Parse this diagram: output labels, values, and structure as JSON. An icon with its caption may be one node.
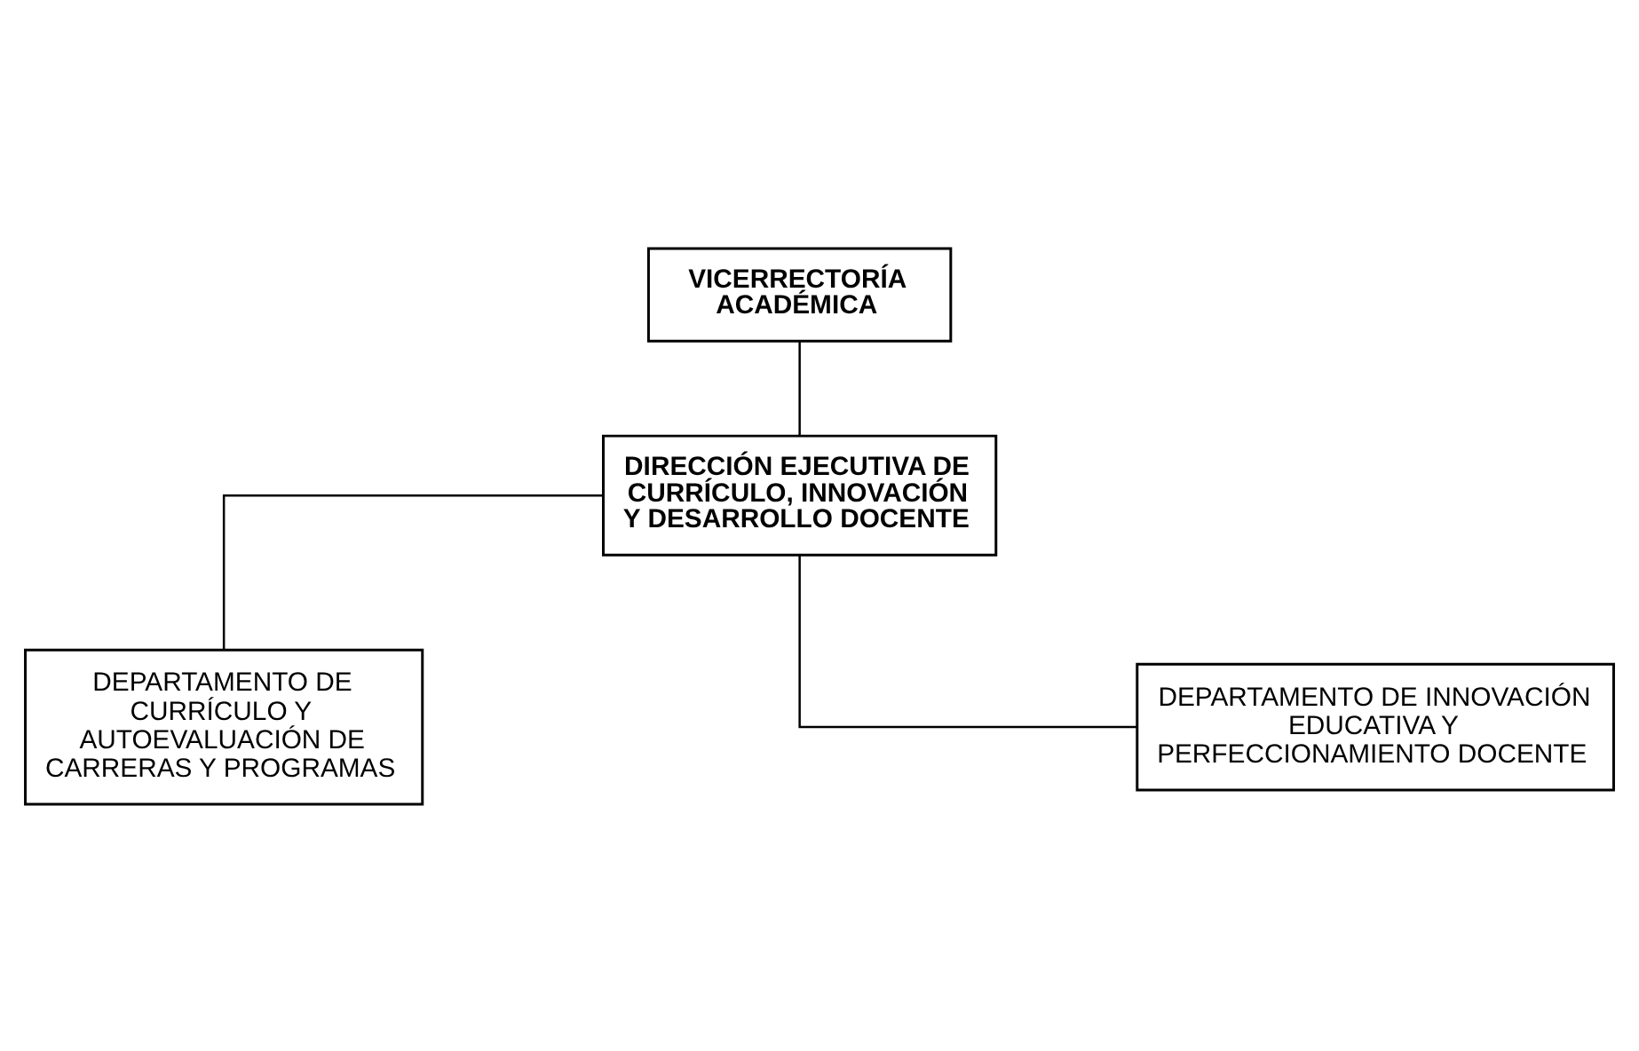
{
  "diagram": {
    "nodes": [
      {
        "text": [
          "VICERRECTORÍA ACADÉMICA"
        ]
      },
      {
        "text": [
          "DIRECCIÓN EJECUTIVA DE CURRÍCULO, INNOVACIÓN Y DESARROLLO DOCENTE"
        ]
      },
      {
        "text": [
          "DEPARTAMENTO DE CURRÍCULO Y AUTOEVALUACIÓN DE CARRERAS Y PROGRAMAS"
        ]
      },
      {
        "text": [
          "DEPARTAMENTO DE INNOVACIÓN EDUCATIVA Y PERFECCIONAMIENTO DOCENTE"
        ]
      }
    ],
    "edges": [
      {
        "from": 0,
        "to": 1,
        "arrow": "none"
      },
      {
        "from": 1,
        "to": 2,
        "arrow": "none"
      },
      {
        "from": 1,
        "to": 3,
        "arrow": "none"
      }
    ]
  }
}
